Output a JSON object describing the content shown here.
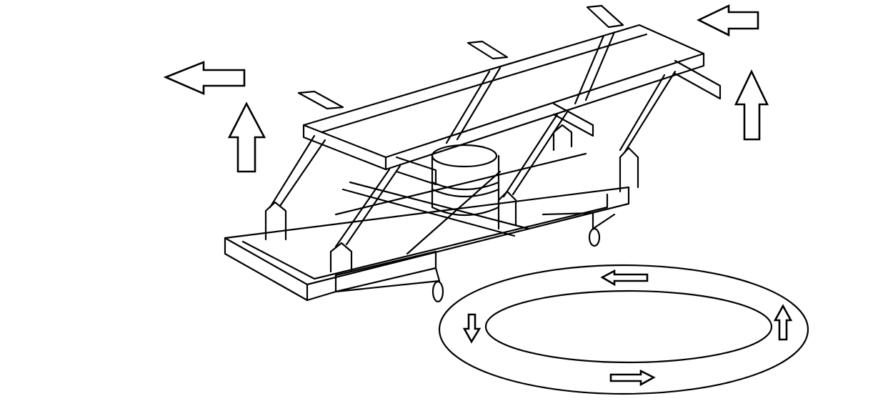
{
  "figure": {
    "background_color": "#ffffff",
    "line_color": "#000000",
    "motion_arrows": [
      {
        "id": "left-top-left",
        "direction": "left"
      },
      {
        "id": "up-left",
        "direction": "up"
      },
      {
        "id": "left-top-right",
        "direction": "left"
      },
      {
        "id": "up-right",
        "direction": "up"
      }
    ],
    "ring_arrows": [
      {
        "id": "ring-top",
        "direction": "left"
      },
      {
        "id": "ring-left",
        "direction": "down"
      },
      {
        "id": "ring-right",
        "direction": "up"
      },
      {
        "id": "ring-bottom",
        "direction": "right"
      }
    ]
  }
}
